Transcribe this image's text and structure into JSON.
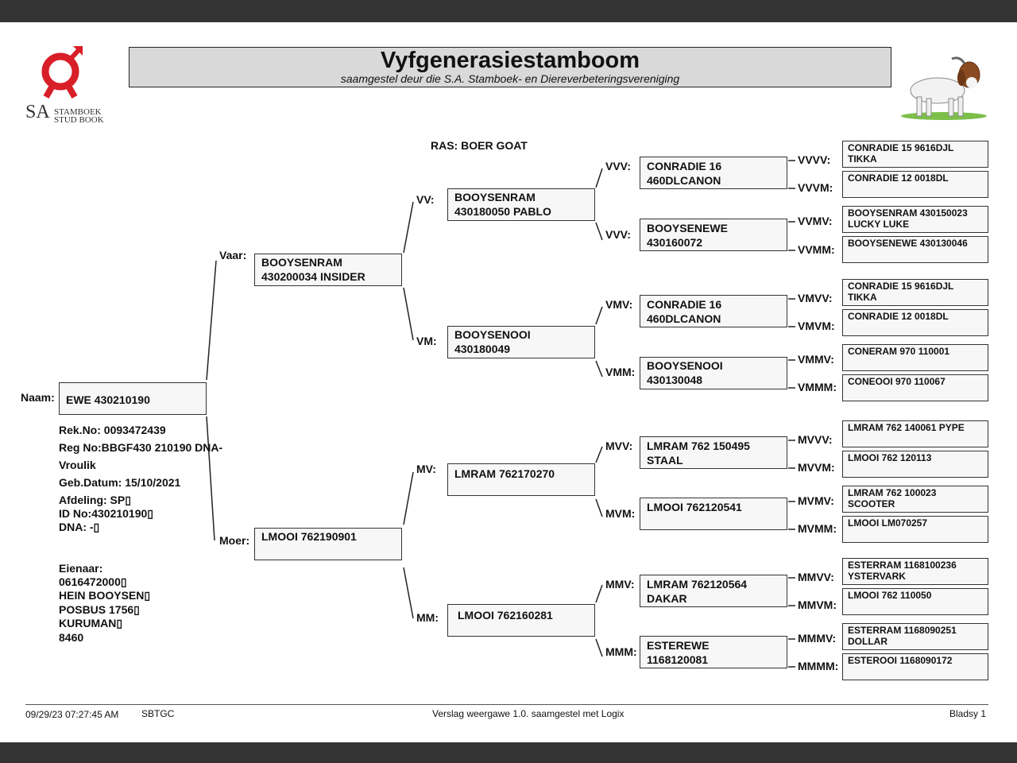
{
  "header": {
    "title": "Vyfgenerasiestamboom",
    "subtitle": "saamgestel deur die S.A. Stamboek- en Diereverbeteringsvereniging",
    "logo_icon": "sa-stamboek-logo",
    "logo_sa": "SA",
    "logo_line1": "STAMBOEK",
    "logo_line2": "STUD BOOK",
    "goat_icon": "boer-goat-illustration"
  },
  "ras": "RAS: BOER GOAT",
  "labels": {
    "naam": "Naam:",
    "vaar": "Vaar:",
    "moer": "Moer:",
    "vv": "VV:",
    "vm": "VM:",
    "mv": "MV:",
    "mm": "MM:",
    "vvv": "VVV:",
    "vvm": "VVV:",
    "vmv": "VMV:",
    "vmm": "VMM:",
    "mvv": "MVV:",
    "mvm": "MVM:",
    "mmv": "MMV:",
    "mmm": "MMM:",
    "vvvv": "VVVV:",
    "vvvm": "VVVM:",
    "vvmv": "VVMV:",
    "vvmm": "VVMM:",
    "vmvv": "VMVV:",
    "vmvm": "VMVM:",
    "vmmv": "VMMV:",
    "vmmm": "VMMM:",
    "mvvv": "MVVV:",
    "mvvm": "MVVM:",
    "mvmv": "MVMV:",
    "mvmm": "MVMM:",
    "mmvv": "MMVV:",
    "mmvm": "MMVM:",
    "mmmv": "MMMV:",
    "mmmm": "MMMM:"
  },
  "animal": {
    "name": "EWE 430210190",
    "rek_no": "Rek.No: 0093472439",
    "reg_no": "Reg No:BBGF430 210190 DNA-",
    "sex": "Vroulik",
    "birth": "Geb.Datum: 15/10/2021",
    "afdeling": "Afdeling: SP▯",
    "id_no": "ID No:430210190▯",
    "dna": "DNA: -▯",
    "owner_label": "Eienaar:",
    "owner_phone": "0616472000▯",
    "owner_name": "HEIN BOOYSEN▯",
    "owner_box": "POSBUS 1756▯",
    "owner_town": "KURUMAN▯",
    "owner_code": "8460"
  },
  "gen1": {
    "vaar": [
      "BOOYSENRAM",
      "430200034 INSIDER"
    ],
    "moer": [
      "LMOOI 762190901"
    ]
  },
  "gen2": {
    "vv": [
      "BOOYSENRAM",
      "430180050 PABLO"
    ],
    "vm": [
      "BOOYSENOOI",
      "430180049"
    ],
    "mv": [
      "LMRAM 762170270"
    ],
    "mm": [
      "LMOOI 762160281"
    ]
  },
  "gen3": {
    "vvv": [
      "CONRADIE 16",
      "460DLCANON"
    ],
    "vvm": [
      "BOOYSENEWE",
      "430160072"
    ],
    "vmv": [
      "CONRADIE 16",
      "460DLCANON"
    ],
    "vmm": [
      "BOOYSENOOI",
      "430130048"
    ],
    "mvv": [
      "LMRAM 762 150495",
      "STAAL"
    ],
    "mvm": [
      "LMOOI 762120541"
    ],
    "mmv": [
      "LMRAM 762120564",
      "DAKAR"
    ],
    "mmm": [
      "ESTEREWE",
      "1168120081"
    ]
  },
  "gen4": {
    "vvvv": [
      "CONRADIE 15 9616DJL TIKKA"
    ],
    "vvvm": [
      "CONRADIE 12 0018DL"
    ],
    "vvmv": [
      "BOOYSENRAM 430150023",
      "LUCKY LUKE"
    ],
    "vvmm": [
      "BOOYSENEWE 430130046"
    ],
    "vmvv": [
      "CONRADIE 15 9616DJL TIKKA"
    ],
    "vmvm": [
      "CONRADIE 12 0018DL"
    ],
    "vmmv": [
      "CONERAM 970 110001"
    ],
    "vmmm": [
      "CONEOOI 970 110067"
    ],
    "mvvv": [
      "LMRAM 762 140061 PYPE"
    ],
    "mvvm": [
      "LMOOI 762 120113"
    ],
    "mvmv": [
      "LMRAM 762 100023",
      "SCOOTER"
    ],
    "mvmm": [
      "LMOOI LM070257"
    ],
    "mmvv": [
      "ESTERRAM 1168100236",
      "YSTERVARK"
    ],
    "mmvm": [
      "LMOOI 762 110050"
    ],
    "mmmv": [
      "ESTERRAM 1168090251",
      "DOLLAR"
    ],
    "mmmm": [
      "ESTEROOI 1168090172"
    ]
  },
  "footer": {
    "timestamp": "09/29/23 07:27:45 AM",
    "code": "SBTGC",
    "report": "Verslag weergawe 1.0. saamgestel met Logix",
    "page": "Bladsy 1"
  }
}
